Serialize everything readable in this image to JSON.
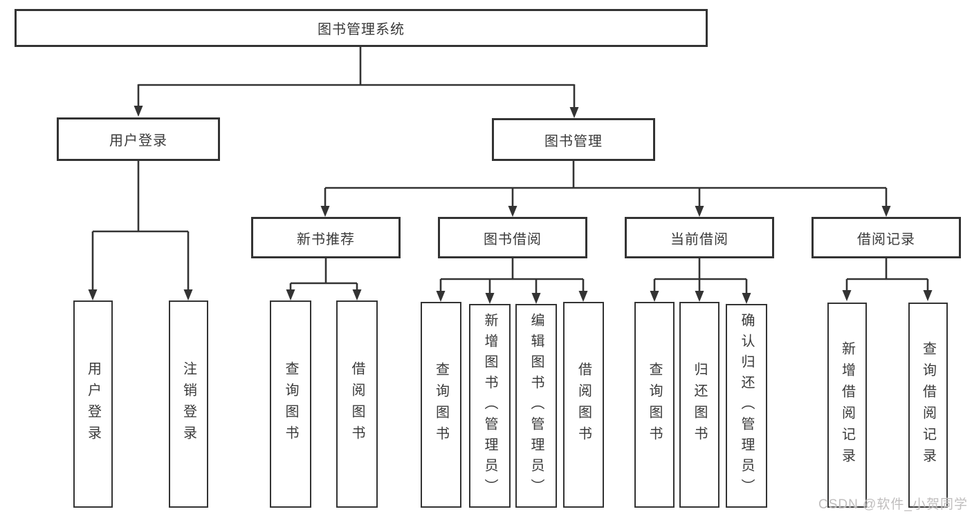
{
  "diagram": {
    "title_node": "图书管理系统",
    "nodes": {
      "root": "图书管理系统",
      "user_login": "用户登录",
      "book_mgmt": "图书管理",
      "new_book_rec": "新书推荐",
      "book_borrow": "图书借阅",
      "current_borrow": "当前借阅",
      "borrow_record": "借阅记录",
      "leaf_user_login": "用户登录",
      "leaf_logout": "注销登录",
      "leaf_nbr_query": "查询图书",
      "leaf_nbr_borrow": "借阅图书",
      "leaf_bb_query": "查询图书",
      "leaf_bb_add": "新增图书（管理员）",
      "leaf_bb_edit": "编辑图书（管理员）",
      "leaf_bb_borrow": "借阅图书",
      "leaf_cb_query": "查询图书",
      "leaf_cb_return": "归还图书",
      "leaf_cb_confirm": "确认归还（管理员）",
      "leaf_br_add": "新增借阅记录",
      "leaf_br_query": "查询借阅记录"
    },
    "edges": [
      [
        "root",
        "user_login"
      ],
      [
        "root",
        "book_mgmt"
      ],
      [
        "user_login",
        "leaf_user_login"
      ],
      [
        "user_login",
        "leaf_logout"
      ],
      [
        "book_mgmt",
        "new_book_rec"
      ],
      [
        "book_mgmt",
        "book_borrow"
      ],
      [
        "book_mgmt",
        "current_borrow"
      ],
      [
        "book_mgmt",
        "borrow_record"
      ],
      [
        "new_book_rec",
        "leaf_nbr_query"
      ],
      [
        "new_book_rec",
        "leaf_nbr_borrow"
      ],
      [
        "book_borrow",
        "leaf_bb_query"
      ],
      [
        "book_borrow",
        "leaf_bb_add"
      ],
      [
        "book_borrow",
        "leaf_bb_edit"
      ],
      [
        "book_borrow",
        "leaf_bb_borrow"
      ],
      [
        "current_borrow",
        "leaf_cb_query"
      ],
      [
        "current_borrow",
        "leaf_cb_return"
      ],
      [
        "current_borrow",
        "leaf_cb_confirm"
      ],
      [
        "borrow_record",
        "leaf_br_add"
      ],
      [
        "borrow_record",
        "leaf_br_query"
      ]
    ],
    "colors": {
      "line": "#333333",
      "text": "#3a3a3a",
      "background": "#ffffff",
      "watermark": "#bdbaba"
    }
  },
  "watermark": "CSDN @软件_小贺同学"
}
